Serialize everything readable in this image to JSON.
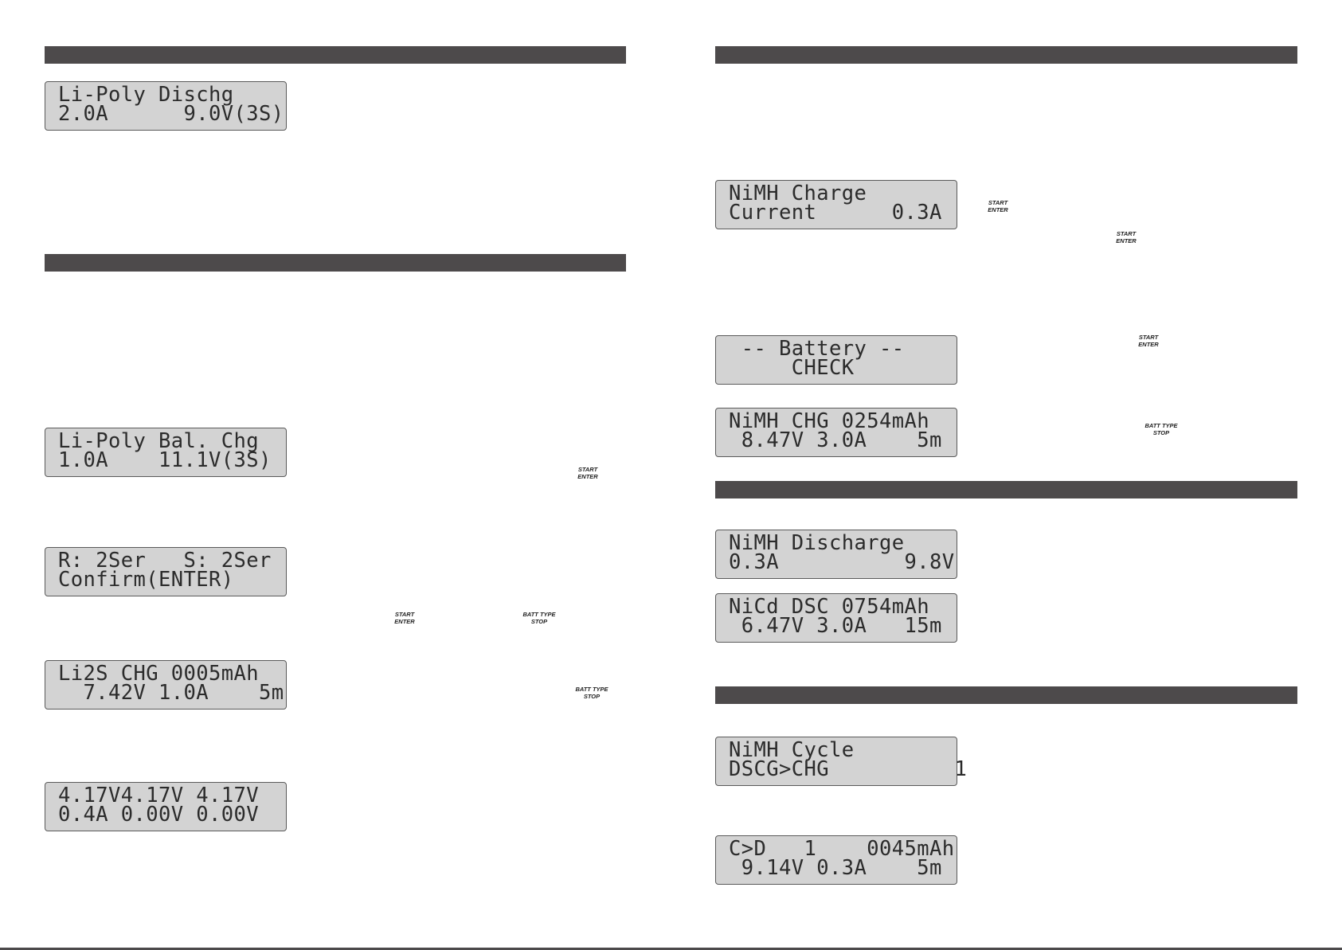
{
  "left_page": {
    "screens": [
      {
        "id": "li-poly-discharge",
        "line1": "Li-Poly Dischg",
        "line2": "2.0A      9.0V(3S)"
      },
      {
        "id": "li-poly-balance-charge",
        "line1": "Li-Poly Bal. Chg",
        "line2": "1.0A    11.1V(3S)"
      },
      {
        "id": "cell-confirm",
        "line1": "R: 2Ser   S: 2Ser",
        "line2": "Confirm(ENTER)"
      },
      {
        "id": "li2s-charge-status",
        "line1": "Li2S CHG 0005mAh",
        "line2": "  7.42V 1.0A    5m"
      },
      {
        "id": "cell-voltages",
        "line1": "4.17V4.17V 4.17V",
        "line2": "0.4A 0.00V 0.00V"
      }
    ],
    "buttons": [
      {
        "id": "start-enter-1",
        "top": "START",
        "bottom": "ENTER"
      },
      {
        "id": "start-enter-2",
        "top": "START",
        "bottom": "ENTER"
      },
      {
        "id": "batt-type-stop-1",
        "top": "BATT TYPE",
        "bottom": "STOP"
      },
      {
        "id": "batt-type-stop-2",
        "top": "BATT TYPE",
        "bottom": "STOP"
      }
    ]
  },
  "right_page": {
    "screens": [
      {
        "id": "nimh-charge-current",
        "line1": "NiMH Charge",
        "line2": "Current      0.3A"
      },
      {
        "id": "battery-check",
        "line1": " -- Battery --",
        "line2": "     CHECK"
      },
      {
        "id": "nimh-charge-status",
        "line1": "NiMH CHG 0254mAh",
        "line2": " 8.47V 3.0A    5m"
      },
      {
        "id": "nimh-discharge",
        "line1": "NiMH Discharge",
        "line2": "0.3A          9.8V"
      },
      {
        "id": "nicd-discharge-status",
        "line1": "NiCd DSC 0754mAh",
        "line2": " 6.47V 3.0A   15m"
      },
      {
        "id": "nimh-cycle",
        "line1": "NiMH Cycle",
        "line2": "DSCG>CHG          1"
      },
      {
        "id": "cycle-status",
        "line1": "C>D   1    0045mAh",
        "line2": " 9.14V 0.3A    5m"
      }
    ],
    "buttons": [
      {
        "id": "start-enter-3",
        "top": "START",
        "bottom": "ENTER"
      },
      {
        "id": "start-enter-4",
        "top": "START",
        "bottom": "ENTER"
      },
      {
        "id": "start-enter-5",
        "top": "START",
        "bottom": "ENTER"
      },
      {
        "id": "batt-type-stop-3",
        "top": "BATT TYPE",
        "bottom": "STOP"
      }
    ]
  },
  "colors": {
    "section_bar": "#4d4a4b",
    "lcd_background": "#d3d3d3",
    "lcd_border": "#5a5a5a",
    "lcd_text": "#2b2b2b"
  }
}
